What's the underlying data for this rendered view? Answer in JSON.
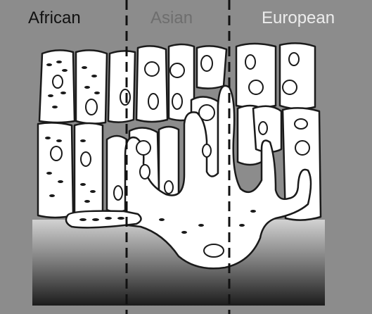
{
  "labels": {
    "african": "African",
    "asian": "Asian",
    "european": "European"
  },
  "colors": {
    "background": "#8c8c8c",
    "african_label": "#111111",
    "asian_label": "#6e6e6e",
    "european_label": "#ececec",
    "cell_fill": "#ffffff",
    "outline": "#1a1a1a"
  }
}
